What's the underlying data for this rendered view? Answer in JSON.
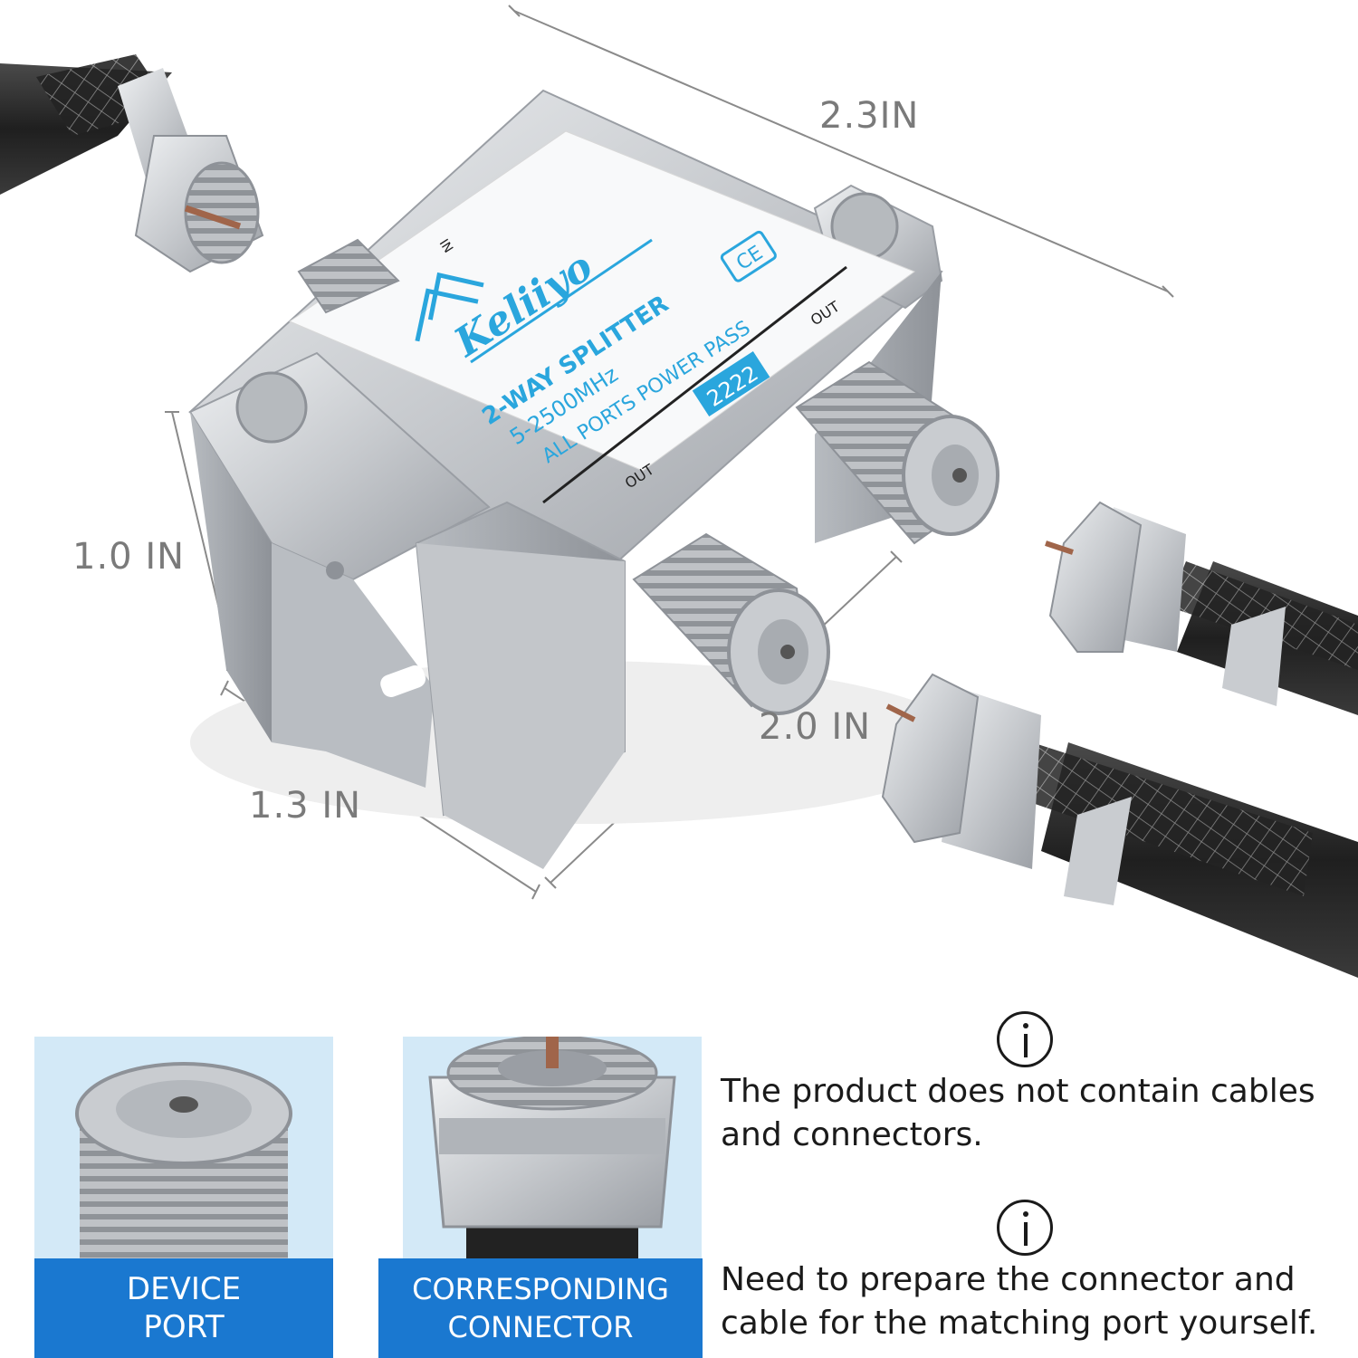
{
  "product": {
    "brand": "Keliiyo",
    "model": "2222",
    "features": [
      "2-WAY SPLITTER",
      "5-2500MHz",
      "ALL PORTS POWER PASS"
    ],
    "port_in": "IN",
    "port_out": "OUT",
    "cert_mark": "CE"
  },
  "dimensions": {
    "width": "2.3IN",
    "height": "1.0 IN",
    "depth": "1.3 IN",
    "length": "2.0 IN"
  },
  "thumbnails": {
    "device_port": {
      "line1": "DEVICE",
      "line2": "PORT"
    },
    "connector": {
      "line1": "CORRESPONDING",
      "line2": "CONNECTOR"
    }
  },
  "notes": [
    {
      "icon": "info-icon",
      "text": "The product does not contain cables and connectors."
    },
    {
      "icon": "info-icon",
      "text": "Need to prepare the connector and cable for the matching port yourself."
    }
  ],
  "colors": {
    "accent_blue": "#1a78d0",
    "label_blue": "#2aa6dd",
    "cable_black": "#2b2b2b",
    "metal_silver": "#c9ccd0"
  }
}
